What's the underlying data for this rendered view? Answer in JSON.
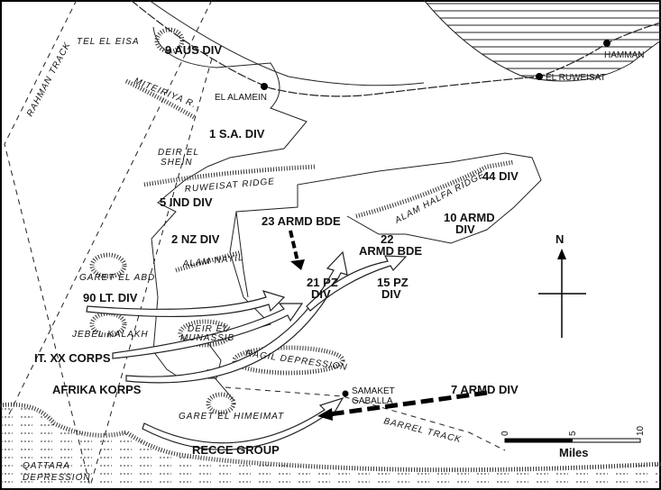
{
  "tracks": {
    "rahman": "RAHMAN TRACK",
    "barrel": "BARREL TRACK"
  },
  "places": {
    "tel_el_eisa": "TEL EL EISA",
    "miteiriya": "MITEIRIYA R.",
    "el_alamein": "EL ALAMEIN",
    "el_ruweisat": "EL RUWEISAT",
    "hamman": "HAMMAN",
    "deir_el_shein_1": "DEIR EL",
    "deir_el_shein_2": "SHEIN",
    "ruweisat_ridge": "RUWEISAT RIDGE",
    "alam_halfa_ridge": "ALAM HALFA RIDGE",
    "garet_el_abd": "GARET EL ABD",
    "alam_nayil": "ALAM NAYIL",
    "jebel_kalakh": "JEBEL KALAKH",
    "deir_el_munassib_1": "DEIR EL",
    "deir_el_munassib_2": "MUNASSIB",
    "ragil_depression": "RAGIL DEPRESSION",
    "samaket_gaballa_1": "SAMAKET",
    "samaket_gaballa_2": "GABALLA",
    "garet_el_himeimat": "GARET EL HIMEIMAT",
    "qattara_1": "QATTARA",
    "qattara_2": "DEPRESSION"
  },
  "units": {
    "aus9": "9 AUS DIV",
    "sa1": "1 S.A. DIV",
    "ind5": "5 IND DIV",
    "nz2": "2 NZ DIV",
    "armd23": "23 ARMD BDE",
    "armd22_1": "22",
    "armd22_2": "ARMD BDE",
    "armd10_1": "10 ARMD",
    "armd10_2": "DIV",
    "div44": "44 DIV",
    "lt90": "90 LT. DIV",
    "pz21_1": "21 PZ",
    "pz21_2": "DIV",
    "pz15_1": "15 PZ",
    "pz15_2": "DIV",
    "it20": "IT. XX CORPS",
    "afrika": "AFRIKA KORPS",
    "recce": "RECCE GROUP",
    "armd7": "7 ARMD DIV"
  },
  "compass": "N",
  "scale": {
    "ticks": [
      "0",
      "5",
      "10"
    ],
    "unit": "Miles"
  }
}
